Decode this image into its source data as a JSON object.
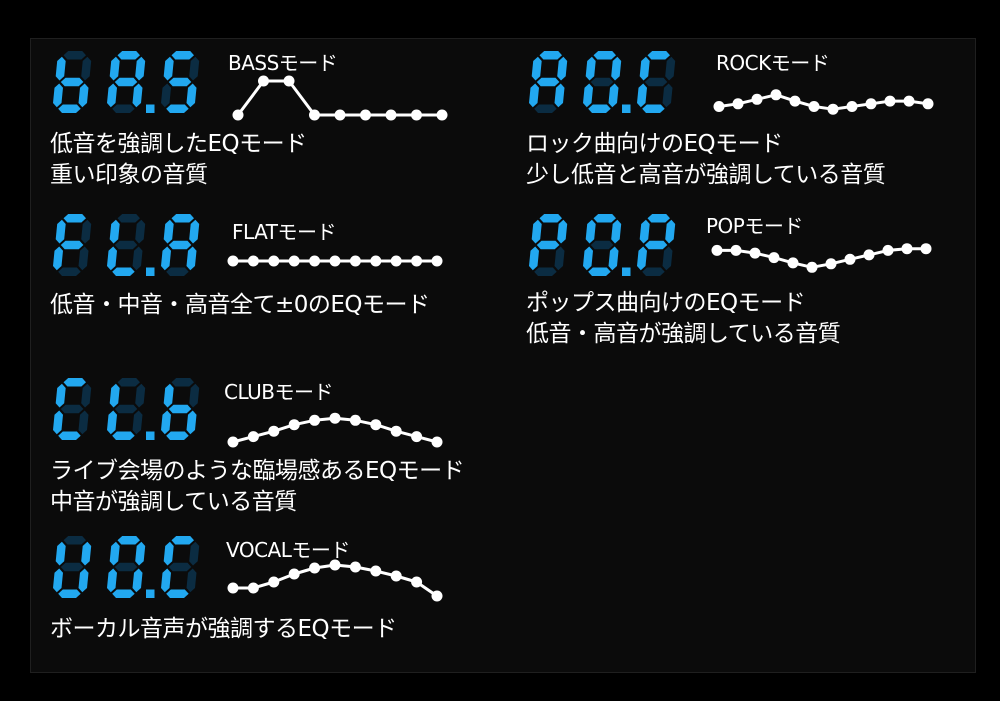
{
  "colors": {
    "background": "#000000",
    "panel": "#0b0b0b",
    "lcd_on": "#22a8f0",
    "lcd_off": "#0b2c42",
    "text": "#ffffff",
    "curve": "#ffffff"
  },
  "modes": [
    {
      "id": "bass",
      "display": "bA.S",
      "label": "BASSモード",
      "eq_levels": [
        0,
        3,
        3,
        0,
        0,
        0,
        0,
        0,
        0
      ],
      "description": [
        "低音を強調したEQモード",
        "重い印象の音質"
      ]
    },
    {
      "id": "flat",
      "display": "FL.A",
      "label": "FLATモード",
      "eq_levels": [
        0,
        0,
        0,
        0,
        0,
        0,
        0,
        0,
        0,
        0,
        0
      ],
      "description": [
        "低音・中音・高音全て±0のEQモード"
      ]
    },
    {
      "id": "club",
      "display": "CL.b",
      "label": "CLUBモード",
      "eq_levels": [
        0,
        0.5,
        1,
        1.6,
        2,
        2.2,
        2,
        1.6,
        1,
        0.5,
        0
      ],
      "description": [
        "ライブ会場のような臨場感あるEQモード",
        "中音が強調している音質"
      ]
    },
    {
      "id": "vocal",
      "display": "UO.C",
      "label": "VOCALモード",
      "eq_levels": [
        0,
        0,
        0.6,
        1.4,
        2,
        2.3,
        2.1,
        1.7,
        1.2,
        0.6,
        -0.8
      ],
      "description": [
        "ボーカル音声が強調するEQモード"
      ]
    },
    {
      "id": "rock",
      "display": "RO.C",
      "label": "ROCKモード",
      "eq_levels": [
        0,
        0.3,
        0.8,
        1.3,
        0.6,
        0,
        -0.3,
        0,
        0.3,
        0.6,
        0.6,
        0.3
      ],
      "description": [
        "ロック曲向けのEQモード",
        "少し低音と高音が強調している音質"
      ]
    },
    {
      "id": "pop",
      "display": "PO.P",
      "label": "POPモード",
      "eq_levels": [
        0,
        0,
        -0.3,
        -0.8,
        -1.4,
        -1.9,
        -1.5,
        -1.0,
        -0.5,
        0,
        0.2,
        0.2
      ],
      "description": [
        "ポップス曲向けのEQモード",
        "低音・高音が強調している音質"
      ]
    }
  ]
}
